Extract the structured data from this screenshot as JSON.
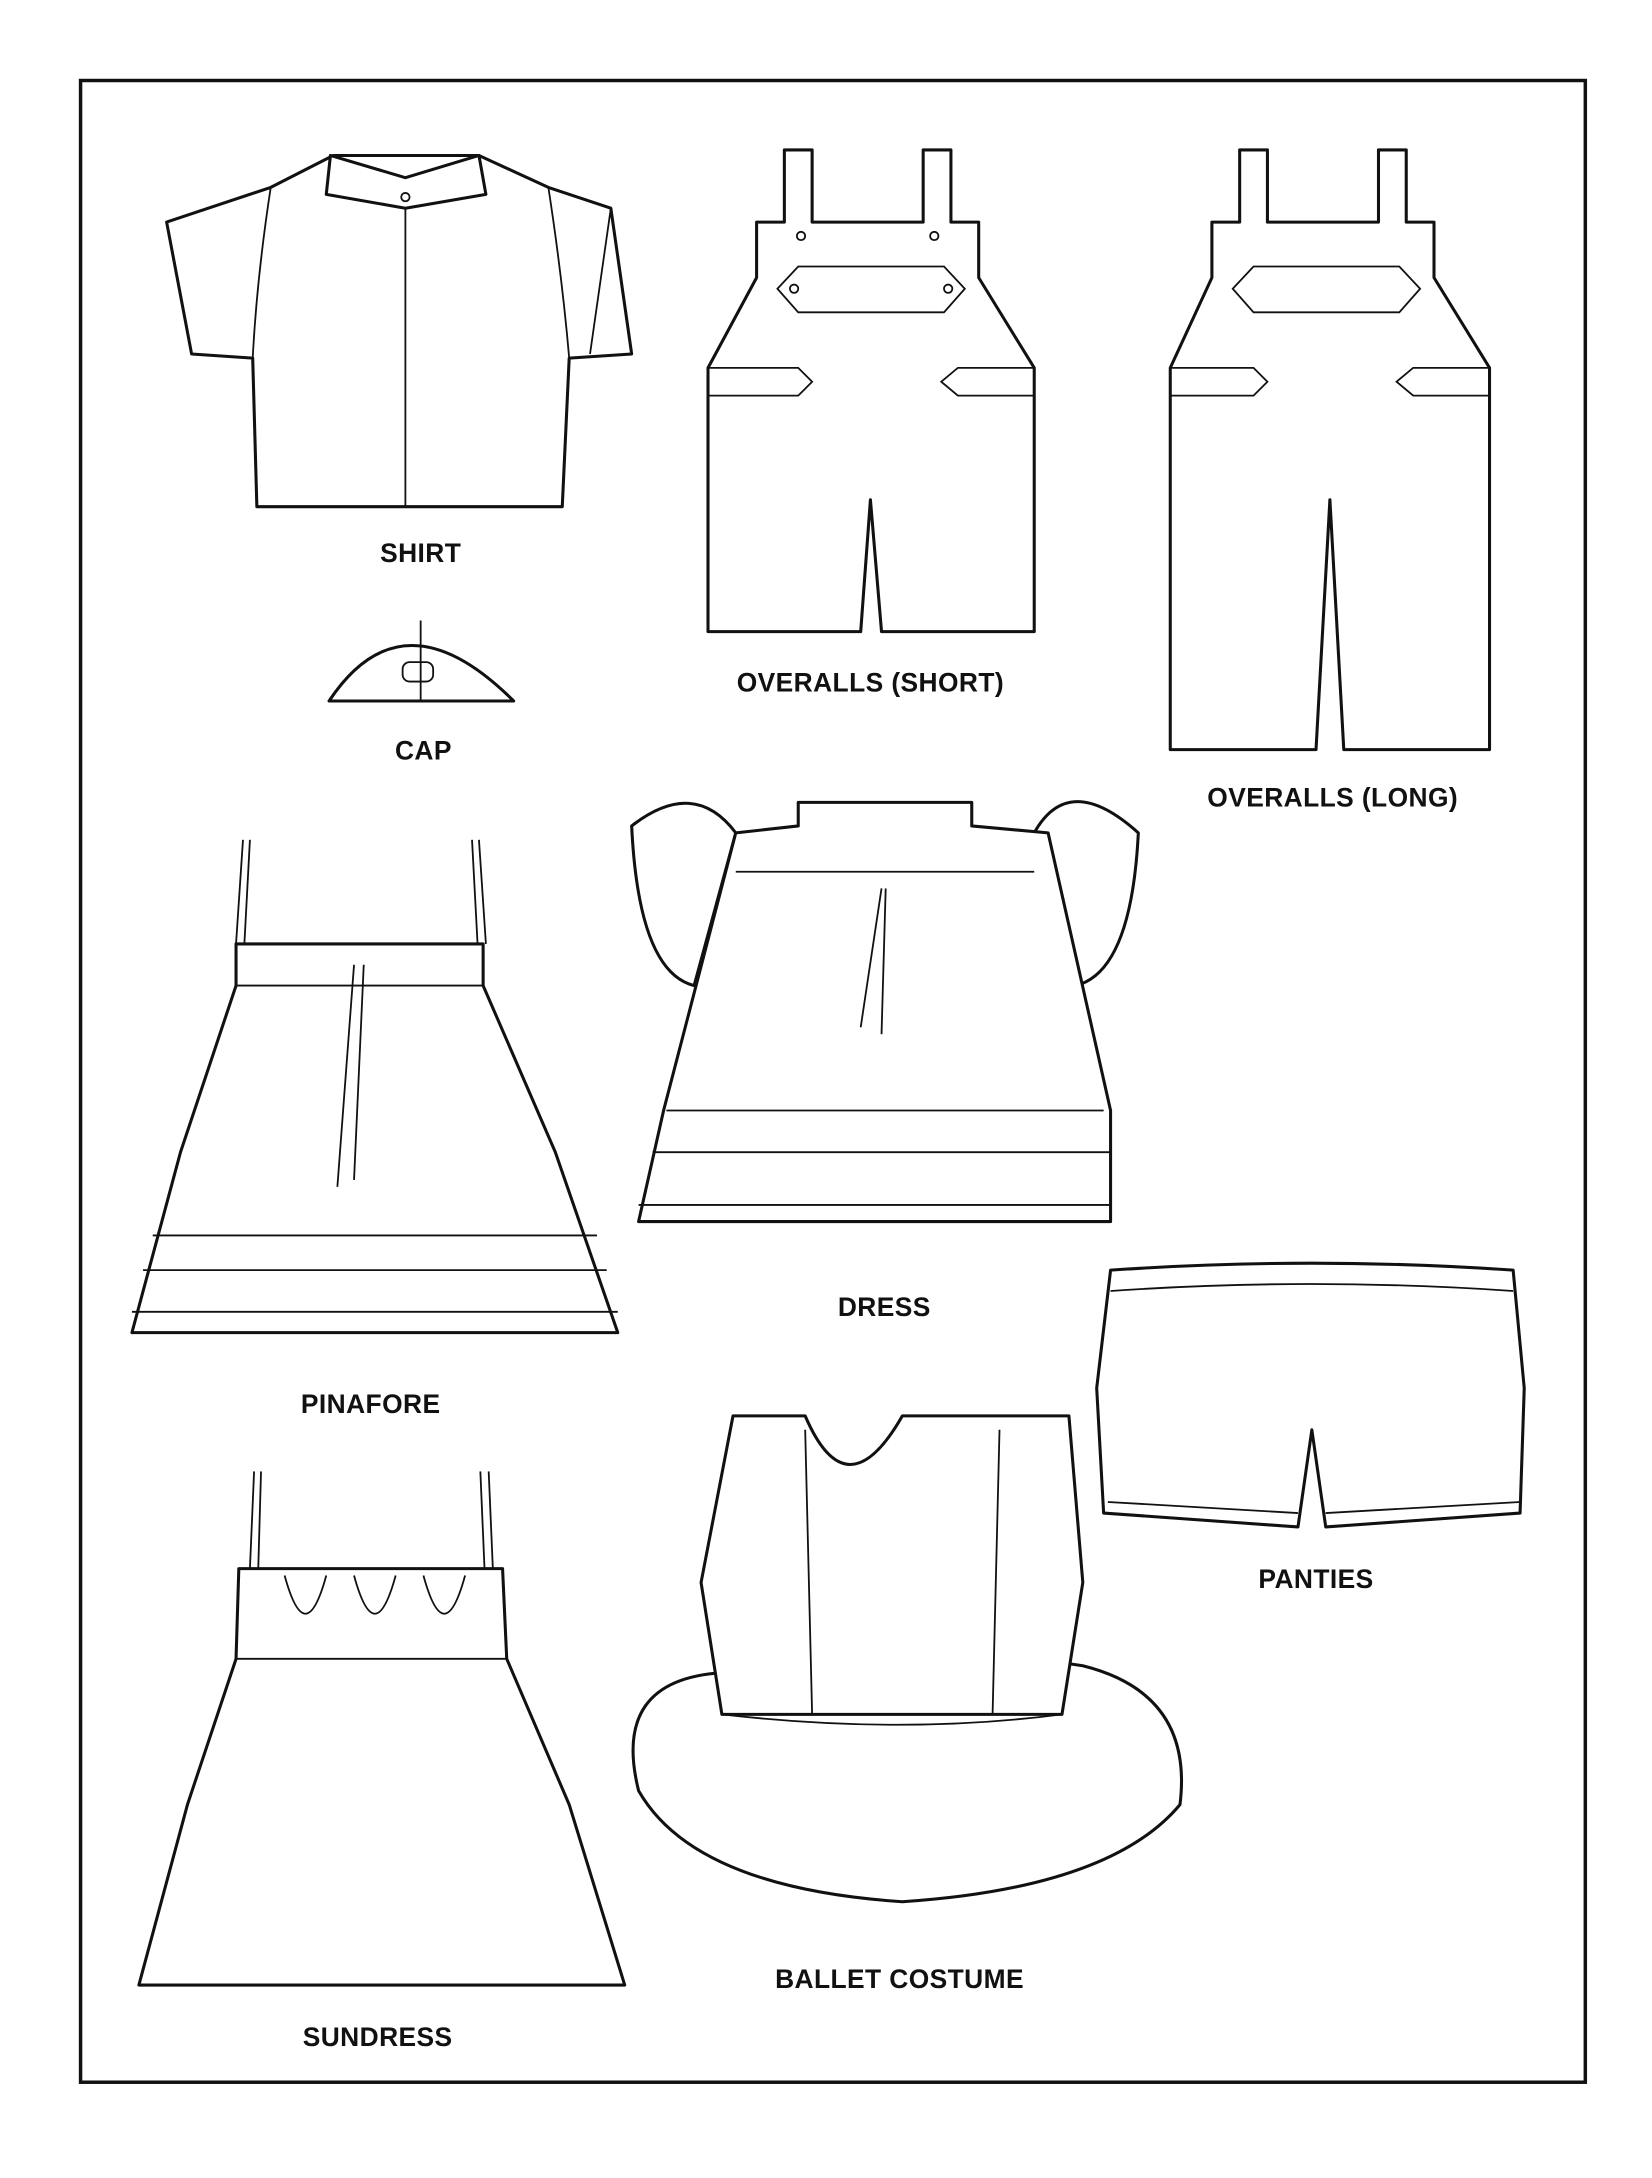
{
  "labels": {
    "shirt": "SHIRT",
    "cap": "CAP",
    "overalls_short": "OVERALLS (SHORT)",
    "overalls_long": "OVERALLS (LONG)",
    "pinafore": "PINAFORE",
    "dress": "DRESS",
    "panties": "PANTIES",
    "sundress": "SUNDRESS",
    "ballet_costume": "BALLET COSTUME"
  }
}
